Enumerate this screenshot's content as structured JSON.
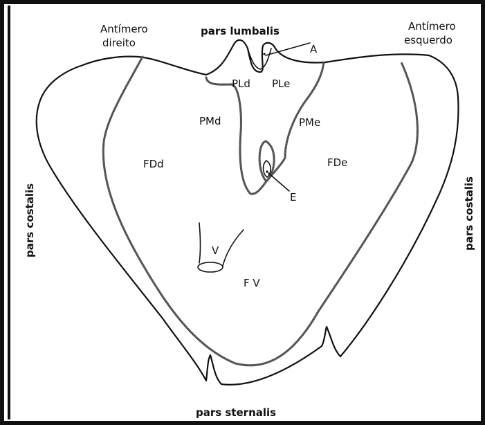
{
  "labels": {
    "antimero_direito_line1": "Antímero",
    "antimero_direito_line2": "direito",
    "antimero_esquerdo_line1": "Antímero",
    "antimero_esquerdo_line2": "esquerdo",
    "pars_lumbalis": "pars lumbalis",
    "pars_costalis_left": "pars costalis",
    "pars_costalis_right": "pars costalis",
    "pars_sternalis": "pars sternalis",
    "A": "A",
    "E": "E",
    "V": "V",
    "PLd": "PLd",
    "PLe": "PLe",
    "PMd": "PMd",
    "PMe": "PMe",
    "FDd": "FDd",
    "FDe": "FDe",
    "FV": "F V"
  }
}
